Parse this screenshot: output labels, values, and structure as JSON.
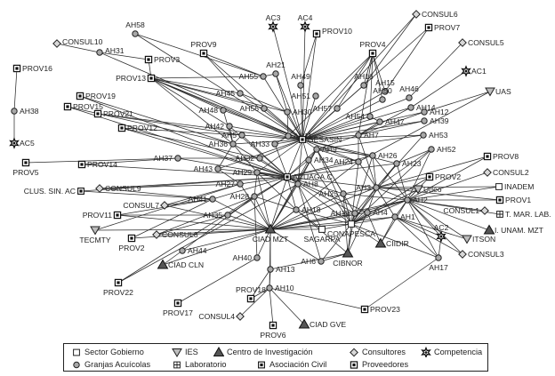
{
  "nodes": [
    {
      "id": "CONSUL10",
      "type": "consultor"
    },
    {
      "id": "AH58",
      "type": "granja"
    },
    {
      "id": "AH31",
      "type": "granja"
    },
    {
      "id": "PROV9",
      "type": "proveedor"
    },
    {
      "id": "AC3",
      "type": "competencia"
    },
    {
      "id": "AC4",
      "type": "competencia"
    },
    {
      "id": "PROV10",
      "type": "proveedor"
    },
    {
      "id": "CONSUL6",
      "type": "consultor"
    },
    {
      "id": "PROV7",
      "type": "proveedor"
    },
    {
      "id": "PROV16",
      "type": "proveedor"
    },
    {
      "id": "PROV3",
      "type": "proveedor"
    },
    {
      "id": "AH21",
      "type": "granja"
    },
    {
      "id": "PROV4",
      "type": "proveedor"
    },
    {
      "id": "CONSUL5",
      "type": "consultor"
    },
    {
      "id": "PROV13",
      "type": "proveedor"
    },
    {
      "id": "AH55",
      "type": "granja"
    },
    {
      "id": "AH49",
      "type": "granja"
    },
    {
      "id": "AH16",
      "type": "granja"
    },
    {
      "id": "AH15",
      "type": "granja"
    },
    {
      "id": "AC1",
      "type": "competencia"
    },
    {
      "id": "AH45",
      "type": "granja"
    },
    {
      "id": "AH51",
      "type": "granja"
    },
    {
      "id": "AH50",
      "type": "granja"
    },
    {
      "id": "AH46",
      "type": "granja"
    },
    {
      "id": "UAS",
      "type": "ies"
    },
    {
      "id": "AH38",
      "type": "granja"
    },
    {
      "id": "PROV19",
      "type": "proveedor"
    },
    {
      "id": "AH56",
      "type": "granja"
    },
    {
      "id": "AH57",
      "type": "granja"
    },
    {
      "id": "AH14",
      "type": "granja"
    },
    {
      "id": "PROV21",
      "type": "proveedor"
    },
    {
      "id": "AH48",
      "type": "granja"
    },
    {
      "id": "AH30",
      "type": "granja"
    },
    {
      "id": "AH12",
      "type": "granja"
    },
    {
      "id": "PROV15",
      "type": "proveedor"
    },
    {
      "id": "AH54",
      "type": "granja"
    },
    {
      "id": "AH47",
      "type": "granja"
    },
    {
      "id": "AH39",
      "type": "granja"
    },
    {
      "id": "PROV12",
      "type": "proveedor"
    },
    {
      "id": "AH42",
      "type": "granja"
    },
    {
      "id": "AH5",
      "type": "granja"
    },
    {
      "id": "AH11",
      "type": "granja"
    },
    {
      "id": "GESASIN",
      "type": "civil"
    },
    {
      "id": "AH7",
      "type": "granja"
    },
    {
      "id": "AH53",
      "type": "granja"
    },
    {
      "id": "AC5",
      "type": "competencia"
    },
    {
      "id": "AH36",
      "type": "granja"
    },
    {
      "id": "AH33",
      "type": "granja"
    },
    {
      "id": "AH9",
      "type": "granja"
    },
    {
      "id": "AH52",
      "type": "granja"
    },
    {
      "id": "AH37",
      "type": "granja"
    },
    {
      "id": "AH32",
      "type": "granja"
    },
    {
      "id": "AH34",
      "type": "granja"
    },
    {
      "id": "AH24",
      "type": "granja"
    },
    {
      "id": "AH26",
      "type": "granja"
    },
    {
      "id": "AH23",
      "type": "granja"
    },
    {
      "id": "PROV8",
      "type": "proveedor"
    },
    {
      "id": "PROV5",
      "type": "proveedor"
    },
    {
      "id": "PROV14",
      "type": "proveedor"
    },
    {
      "id": "AH43",
      "type": "granja"
    },
    {
      "id": "AH29",
      "type": "granja"
    },
    {
      "id": "ACUAGA.C",
      "type": "civil"
    },
    {
      "id": "AH8",
      "type": "granja"
    },
    {
      "id": "CONSUL2",
      "type": "consultor"
    },
    {
      "id": "PROV2",
      "type": "proveedor"
    },
    {
      "id": "CLUS. SIN. AC",
      "type": "civil"
    },
    {
      "id": "CONSUL9",
      "type": "consultor"
    },
    {
      "id": "AH27",
      "type": "granja"
    },
    {
      "id": "AH3",
      "type": "granja"
    },
    {
      "id": "Udeo",
      "type": "ies"
    },
    {
      "id": "INADEM",
      "type": "gobierno"
    },
    {
      "id": "AH41",
      "type": "granja"
    },
    {
      "id": "AH28",
      "type": "granja"
    },
    {
      "id": "AH25",
      "type": "granja"
    },
    {
      "id": "AH2",
      "type": "granja"
    },
    {
      "id": "PROV1",
      "type": "proveedor"
    },
    {
      "id": "CONSUL7",
      "type": "consultor"
    },
    {
      "id": "AH18",
      "type": "granja"
    },
    {
      "id": "AH19",
      "type": "granja"
    },
    {
      "id": "AH4",
      "type": "granja"
    },
    {
      "id": "CONSUL1",
      "type": "consultor"
    },
    {
      "id": "PROV11",
      "type": "proveedor"
    },
    {
      "id": "AH35",
      "type": "granja"
    },
    {
      "id": "AH1",
      "type": "granja"
    },
    {
      "id": "T. MAR. LAB.",
      "type": "laboratorio"
    },
    {
      "id": "CIAD MZT",
      "type": "centro"
    },
    {
      "id": "CONAPESCA",
      "type": "gobierno"
    },
    {
      "id": "TECMTY",
      "type": "ies"
    },
    {
      "id": "CONSUL8",
      "type": "consultor"
    },
    {
      "id": "SAGARPA",
      "type": "gobierno"
    },
    {
      "id": "I. UNAM. MZT",
      "type": "centro"
    },
    {
      "id": "PROV2",
      "type": "proveedor",
      "dup": true
    },
    {
      "id": "CIIDIR",
      "type": "centro"
    },
    {
      "id": "AC2",
      "type": "competencia"
    },
    {
      "id": "ITSON",
      "type": "ies"
    },
    {
      "id": "AH44",
      "type": "granja"
    },
    {
      "id": "CONSUL3",
      "type": "consultor"
    },
    {
      "id": "AH40",
      "type": "granja"
    },
    {
      "id": "AH6",
      "type": "granja"
    },
    {
      "id": "CIBNOR",
      "type": "centro"
    },
    {
      "id": "CIAD CLN",
      "type": "centro"
    },
    {
      "id": "AH13",
      "type": "granja"
    },
    {
      "id": "AH17",
      "type": "granja"
    },
    {
      "id": "PROV22",
      "type": "proveedor"
    },
    {
      "id": "AH10",
      "type": "granja"
    },
    {
      "id": "PROV18",
      "type": "proveedor"
    },
    {
      "id": "PROV17",
      "type": "proveedor"
    },
    {
      "id": "PROV23",
      "type": "proveedor"
    },
    {
      "id": "CONSUL4",
      "type": "consultor"
    },
    {
      "id": "CIAD GVE",
      "type": "centro"
    },
    {
      "id": "PROV6",
      "type": "proveedor"
    }
  ],
  "legend": [
    {
      "shape": "square",
      "label": "Sector Gobierno"
    },
    {
      "shape": "triangle-down",
      "label": "IES"
    },
    {
      "shape": "triangle-up",
      "label": "Centro de Investigación"
    },
    {
      "shape": "diamond",
      "label": "Consultores"
    },
    {
      "shape": "star",
      "label": "Competencia"
    },
    {
      "shape": "circle",
      "label": "Granjas Acuícolas"
    },
    {
      "shape": "square-cross",
      "label": "Laboratorio"
    },
    {
      "shape": "square-dot",
      "label": "Asociación Civil"
    },
    {
      "shape": "square-thick",
      "label": "Proveedores"
    }
  ]
}
